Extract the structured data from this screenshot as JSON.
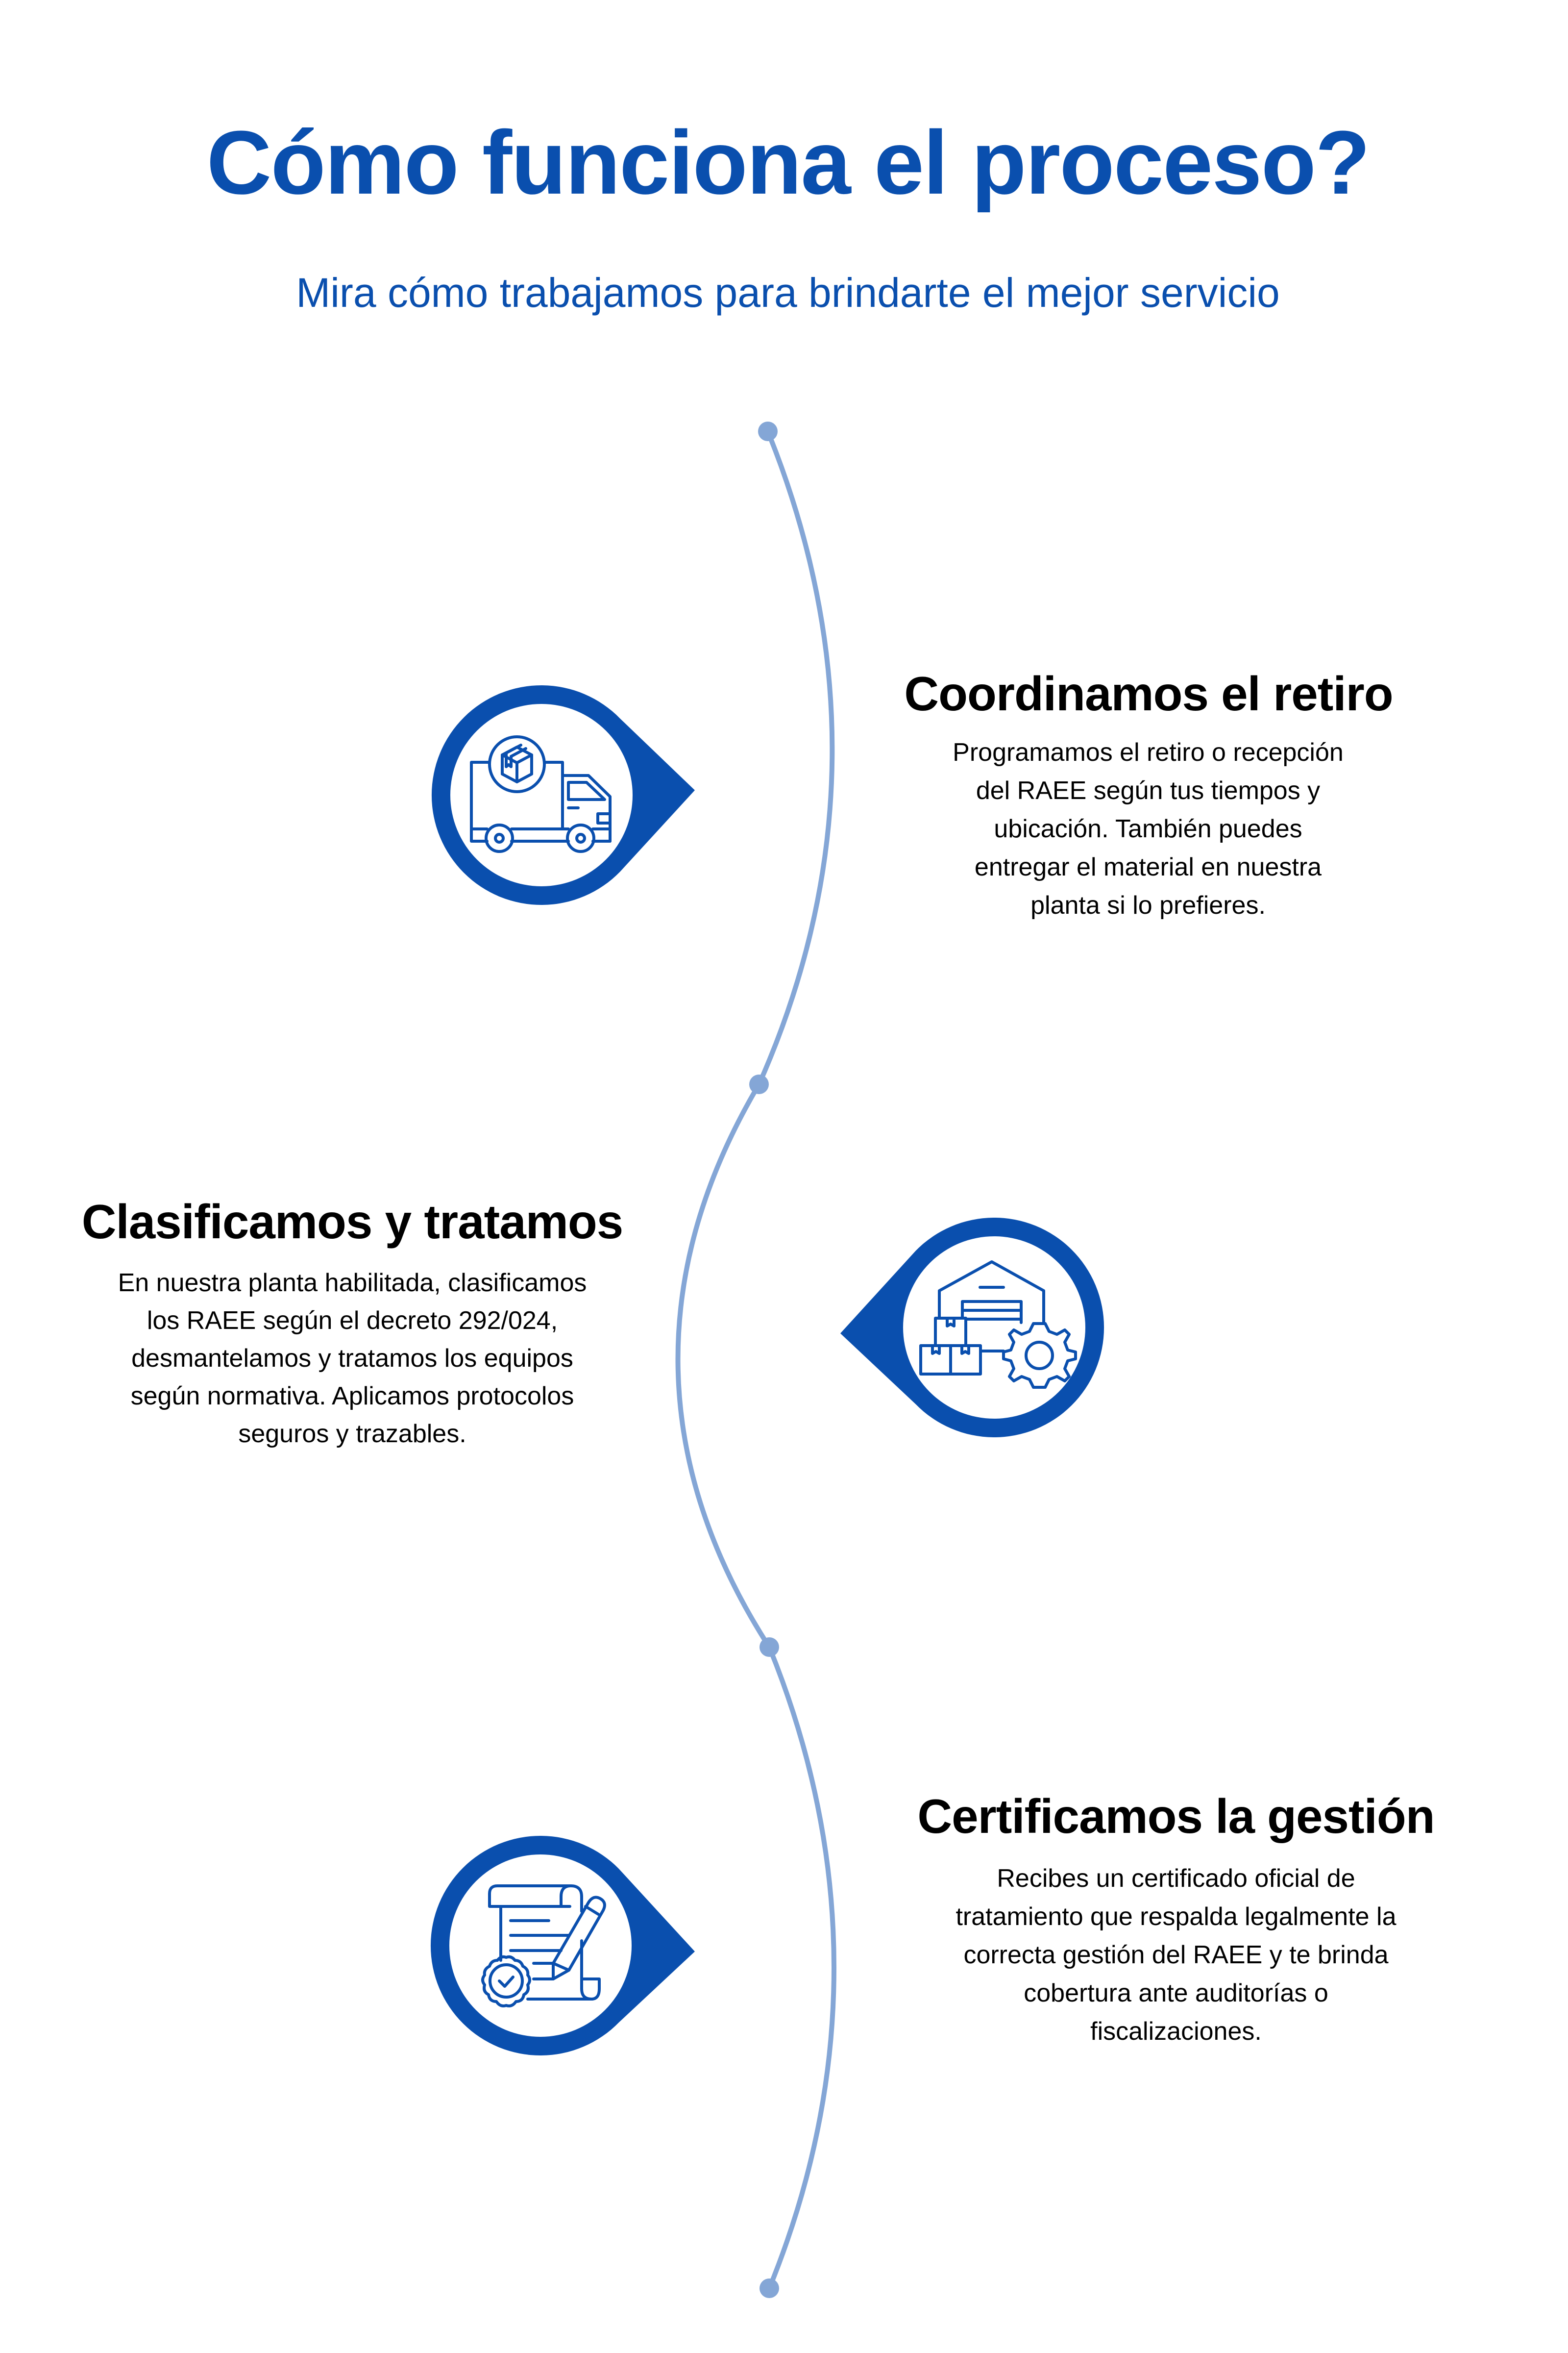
{
  "header": {
    "title": "Cómo funciona el proceso?",
    "subtitle": "Mira cómo trabajamos para brindarte el mejor servicio"
  },
  "colors": {
    "brand_blue": "#0a4fae",
    "timeline_line": "#84a6d6",
    "text": "#000000",
    "background": "#ffffff"
  },
  "steps": [
    {
      "icon": "delivery-truck-icon",
      "heading": "Coordinamos el retiro",
      "body_lines": [
        "Programamos el retiro o recepción",
        "del RAEE según tus tiempos y",
        "ubicación. También puedes",
        "entregar el material en nuestra",
        "planta si lo prefieres."
      ]
    },
    {
      "icon": "warehouse-gear-icon",
      "heading": "Clasificamos y tratamos",
      "body_lines": [
        "En nuestra planta habilitada, clasificamos",
        "los RAEE según el decreto 292/024,",
        "desmantelamos y tratamos los equipos",
        "según normativa. Aplicamos protocolos",
        "seguros y trazables."
      ]
    },
    {
      "icon": "certificate-icon",
      "heading": "Certificamos la gestión",
      "body_lines": [
        "Recibes un certificado oficial de",
        "tratamiento que respalda legalmente la",
        "correcta gestión del RAEE y te brinda",
        "cobertura ante auditorías o",
        "fiscalizaciones."
      ]
    }
  ]
}
